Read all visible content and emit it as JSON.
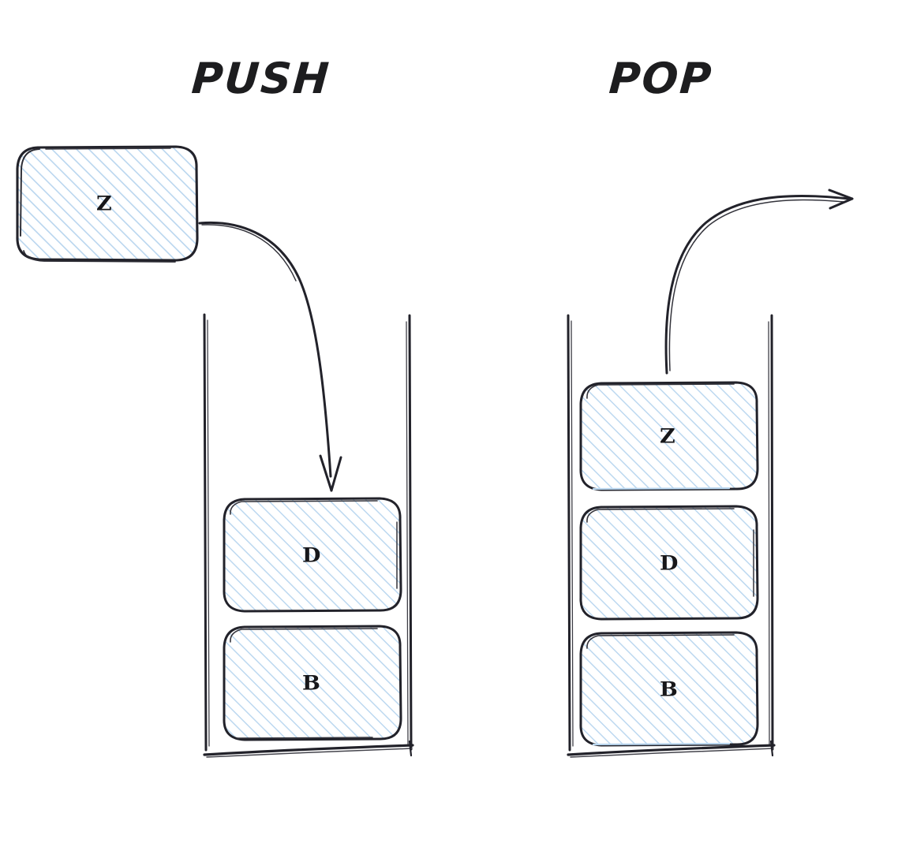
{
  "diagram": {
    "title_push": "PUSH",
    "title_pop": "POP",
    "background_color": "#ffffff",
    "ink_color": "#22222a",
    "fill_hatch_color": "#b9d6ef",
    "panels": [
      {
        "name": "push",
        "title": "PUSH",
        "incoming_element": {
          "label": "Z"
        },
        "stack_cells": [
          {
            "label": "D"
          },
          {
            "label": "B"
          }
        ],
        "arrow": {
          "name": "push-arrow",
          "direction": "into-stack"
        }
      },
      {
        "name": "pop",
        "title": "POP",
        "stack_cells": [
          {
            "label": "Z"
          },
          {
            "label": "D"
          },
          {
            "label": "B"
          }
        ],
        "arrow": {
          "name": "pop-arrow",
          "direction": "out-of-stack"
        }
      }
    ]
  },
  "labels": {
    "floating_z": "Z",
    "push_cell_d": "D",
    "push_cell_b": "B",
    "pop_cell_z": "Z",
    "pop_cell_d": "D",
    "pop_cell_b": "B"
  }
}
